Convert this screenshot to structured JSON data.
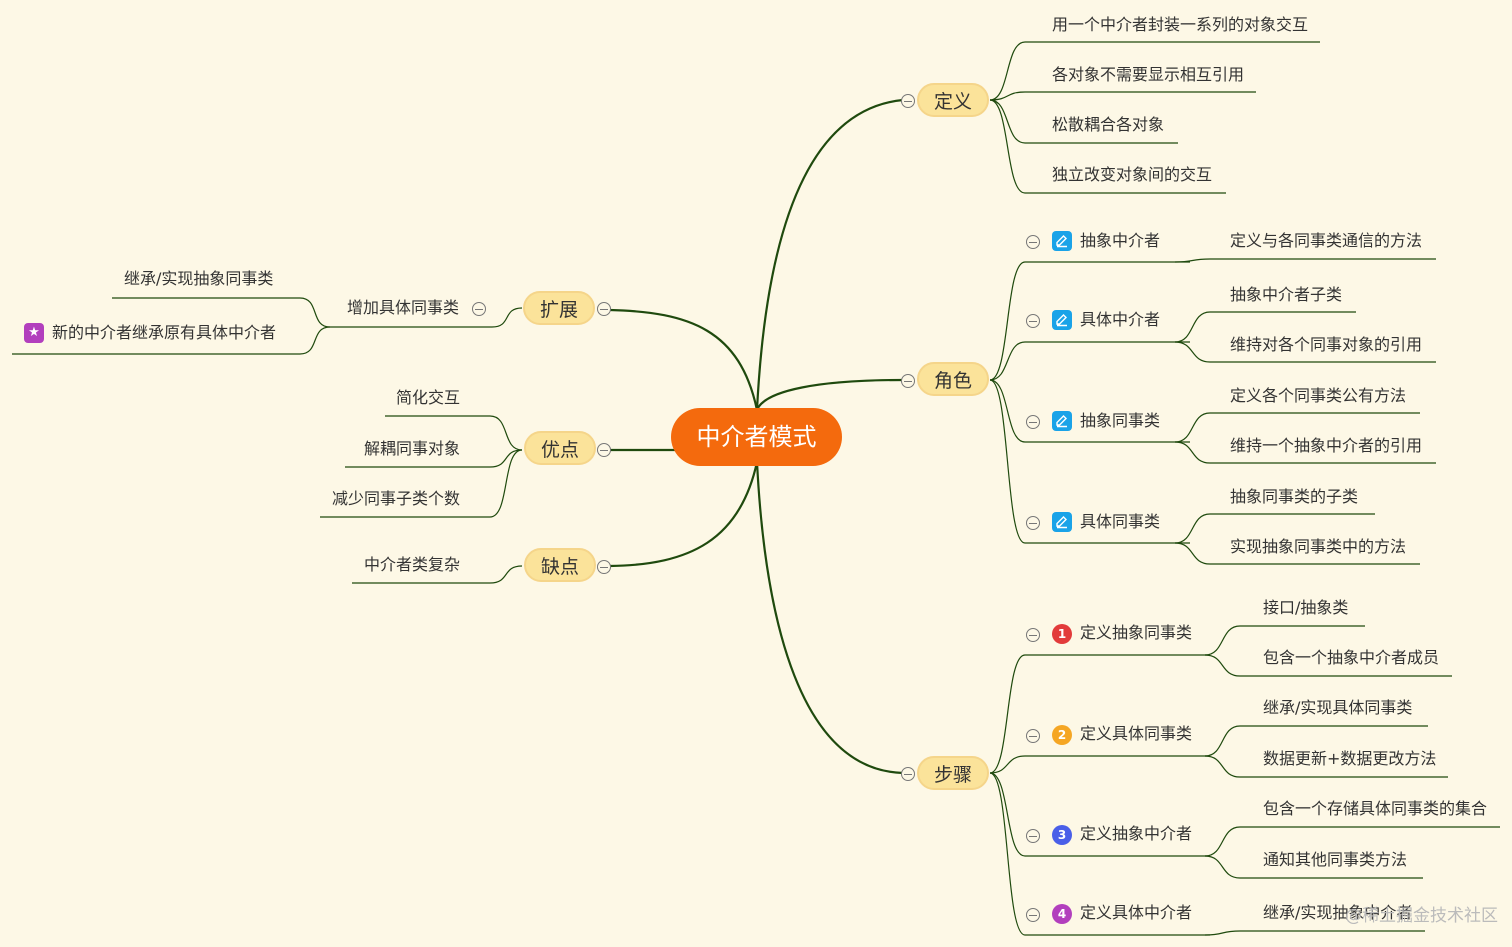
{
  "root": "中介者模式",
  "branches": {
    "define": {
      "label": "定义",
      "items": [
        "用一个中介者封装一系列的对象交互",
        "各对象不需要显示相互引用",
        "松散耦合各对象",
        "独立改变对象间的交互"
      ]
    },
    "roles": {
      "label": "角色",
      "items": [
        {
          "label": "抽象中介者",
          "children": [
            "定义与各同事类通信的方法"
          ]
        },
        {
          "label": "具体中介者",
          "children": [
            "抽象中介者子类",
            "维持对各个同事对象的引用"
          ]
        },
        {
          "label": "抽象同事类",
          "children": [
            "定义各个同事类公有方法",
            "维持一个抽象中介者的引用"
          ]
        },
        {
          "label": "具体同事类",
          "children": [
            "抽象同事类的子类",
            "实现抽象同事类中的方法"
          ]
        }
      ]
    },
    "steps": {
      "label": "步骤",
      "items": [
        {
          "num": "1",
          "label": "定义抽象同事类",
          "children": [
            "接口/抽象类",
            "包含一个抽象中介者成员"
          ]
        },
        {
          "num": "2",
          "label": "定义具体同事类",
          "children": [
            "继承/实现具体同事类",
            "数据更新+数据更改方法"
          ]
        },
        {
          "num": "3",
          "label": "定义抽象中介者",
          "children": [
            "包含一个存储具体同事类的集合",
            "通知其他同事类方法"
          ]
        },
        {
          "num": "4",
          "label": "定义具体中介者",
          "children": [
            "继承/实现抽象中介者"
          ]
        }
      ]
    },
    "extend": {
      "label": "扩展",
      "item": "增加具体同事类",
      "children": [
        "继承/实现抽象同事类",
        "新的中介者继承原有具体中介者"
      ]
    },
    "pros": {
      "label": "优点",
      "items": [
        "简化交互",
        "解耦同事对象",
        "减少同事子类个数"
      ]
    },
    "cons": {
      "label": "缺点",
      "items": [
        "中介者类复杂"
      ]
    }
  },
  "icons": {
    "role": "edit-icon",
    "step": "number-badge-icon",
    "extend_child": "star-icon",
    "toggle": "collapse-toggle-icon"
  },
  "colors": {
    "root": "#f46a0d",
    "topic": "#fbe39a",
    "link": "#1f4a0e",
    "step1": "#e23b3b",
    "step2": "#f5a623",
    "step3": "#4a5fe8",
    "step4": "#b23fbd"
  },
  "watermark": "@稀土掘金技术社区"
}
